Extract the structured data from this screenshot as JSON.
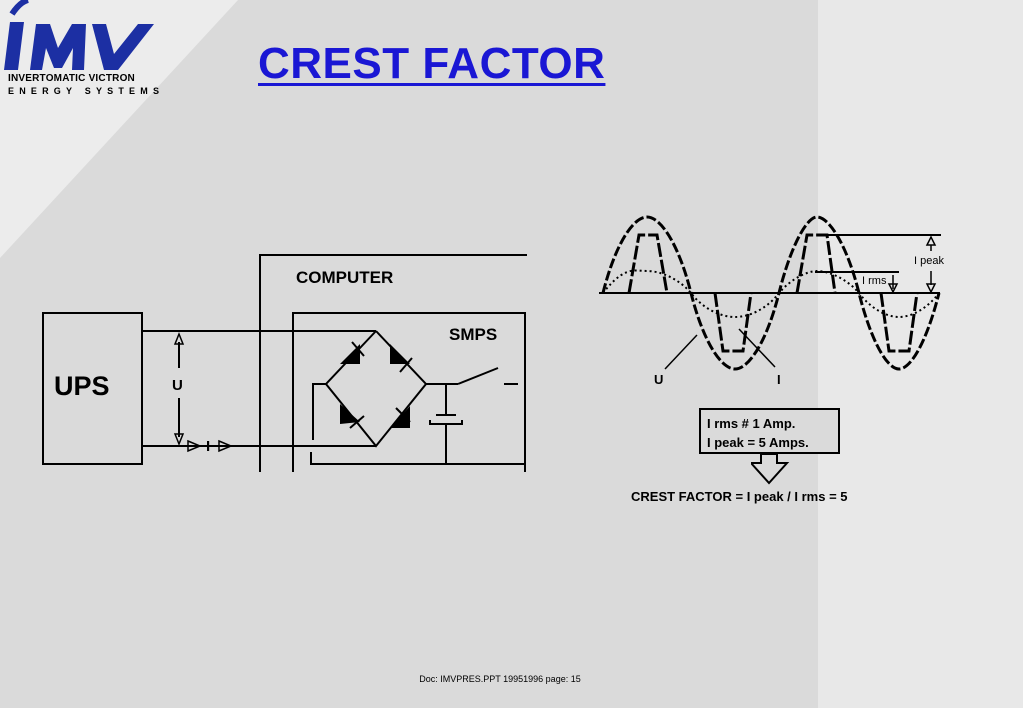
{
  "logo": {
    "mark": "imv",
    "line1": "INVERTOMATIC VICTRON",
    "line2": "ENERGY SYSTEMS"
  },
  "slide": {
    "title": "CREST FACTOR",
    "footer": "Doc: IMVPRES.PPT  19951996  page: 15"
  },
  "circuit": {
    "ups_label": "UPS",
    "voltage_label": "U",
    "current_label": "I",
    "computer_label": "COMPUTER",
    "smps_label": "SMPS"
  },
  "waveform": {
    "peak_label": "I peak",
    "rms_label": "I rms",
    "voltage_label": "U",
    "current_label": "I"
  },
  "notes": {
    "line1": "I rms # 1 Amp.",
    "line2": "I peak = 5 Amps.",
    "formula": "CREST FACTOR = I peak / I rms = 5"
  },
  "colors": {
    "background": "#dadada",
    "right_panel": "#e8e8e8",
    "title": "#1a17d4",
    "logo_blue": "#1c2fa3",
    "ink": "#000000"
  }
}
